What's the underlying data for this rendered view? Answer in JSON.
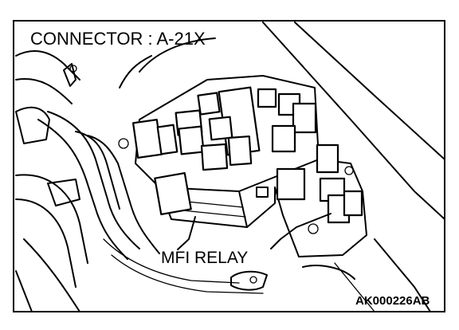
{
  "connector_label": "CONNECTOR : A-21X",
  "callout_label": "MFI RELAY",
  "figure_code": "AK000226AB",
  "colors": {
    "ink": "#000000",
    "background": "#ffffff"
  }
}
